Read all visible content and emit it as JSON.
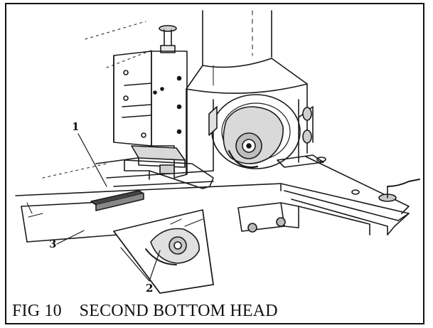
{
  "figure": {
    "callouts": [
      "1",
      "2",
      "3"
    ],
    "caption": "FIG 10    SECOND BOTTOM HEAD"
  }
}
